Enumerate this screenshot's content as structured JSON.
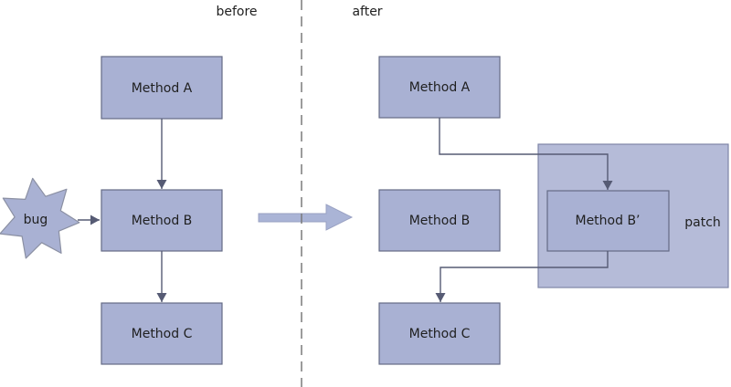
{
  "diagram": {
    "before_label": "before",
    "after_label": "after",
    "bug_label": "bug",
    "patch_label": "patch",
    "before": {
      "method_a": "Method A",
      "method_b": "Method B",
      "method_c": "Method C"
    },
    "after": {
      "method_a": "Method A",
      "method_b": "Method B",
      "method_b_prime": "Method B’",
      "method_c": "Method C"
    },
    "colors": {
      "box_fill": "#a9b1d3",
      "box_stroke": "#646b85",
      "patch_fill": "#b5bbd8",
      "patch_stroke": "#7e85a6",
      "star_stroke": "#8b90a3",
      "connector": "#565b74",
      "divider": "#7a7a7a",
      "text": "#1f1f1f",
      "arrow_fill": "#aab4d6",
      "arrow_stroke": "#98a0c2"
    }
  }
}
